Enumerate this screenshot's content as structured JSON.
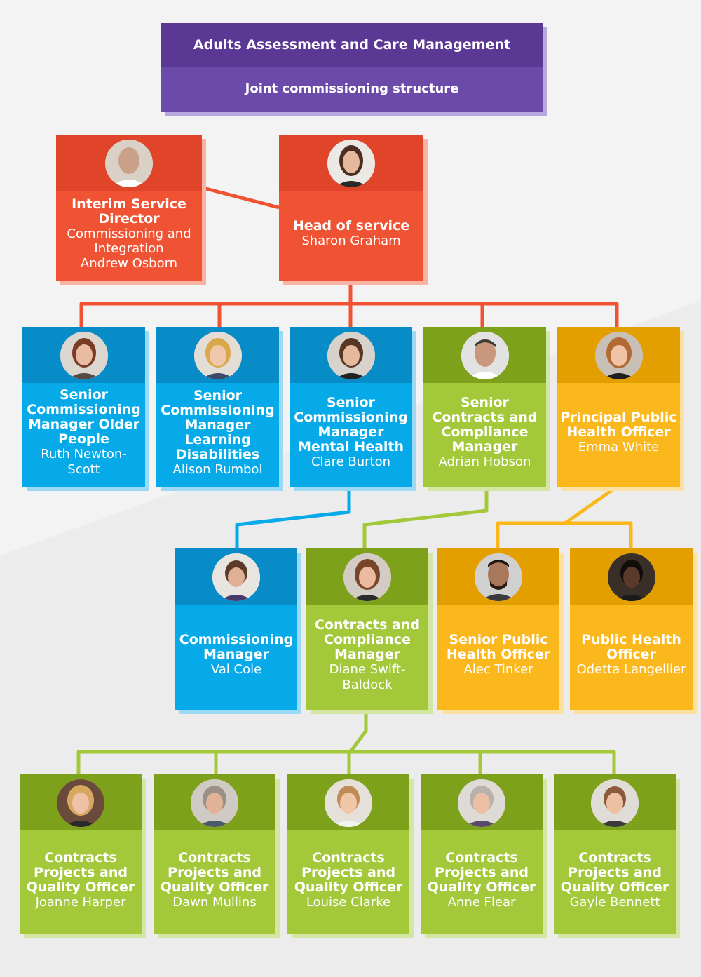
{
  "header": {
    "title": "Adults Assessment and Care Management",
    "subtitle": "Joint commissioning structure",
    "colors": {
      "dark": "#5b3894",
      "light": "#6b4aa9"
    }
  },
  "colors": {
    "red": "#f05334",
    "blue": "#06aae9",
    "green": "#a3c83a",
    "orange": "#fbb81c"
  },
  "people": {
    "andrew_osborn": {
      "role": "Interim Service Director",
      "dept": "Commissioning and Integration",
      "name": "Andrew Osborn"
    },
    "sharon_graham": {
      "role": "Head of service",
      "name": "Sharon Graham"
    },
    "ruth_newton_scott": {
      "role": "Senior Commissioning Manager Older People",
      "name": "Ruth Newton-Scott"
    },
    "alison_rumbol": {
      "role": "Senior Commissioning Manager Learning Disabilities",
      "name": "Alison Rumbol"
    },
    "clare_burton": {
      "role": "Senior Commissioning Manager Mental Health",
      "name": "Clare Burton"
    },
    "adrian_hobson": {
      "role": "Senior Contracts and Compliance Manager",
      "name": "Adrian Hobson"
    },
    "emma_white": {
      "role": "Principal Public Health Officer",
      "name": "Emma White"
    },
    "val_cole": {
      "role": "Commissioning Manager",
      "name": "Val Cole"
    },
    "diane_swift_baldock": {
      "role": "Contracts and Compliance Manager",
      "name": "Diane Swift-Baldock"
    },
    "alec_tinker": {
      "role": "Senior Public Health Officer",
      "name": "Alec Tinker"
    },
    "odetta_langellier": {
      "role": "Public Health Officer",
      "name": "Odetta Langellier"
    },
    "joanne_harper": {
      "role": "Contracts Projects and Quality Officer",
      "name": "Joanne Harper"
    },
    "dawn_mullins": {
      "role": "Contracts Projects and Quality Officer",
      "name": "Dawn Mullins"
    },
    "louise_clarke": {
      "role": "Contracts Projects and Quality Officer",
      "name": "Louise Clarke"
    },
    "anne_flear": {
      "role": "Contracts Projects and Quality Officer",
      "name": "Anne Flear"
    },
    "gayle_bennett": {
      "role": "Contracts Projects and Quality Officer",
      "name": "Gayle Bennett"
    }
  }
}
